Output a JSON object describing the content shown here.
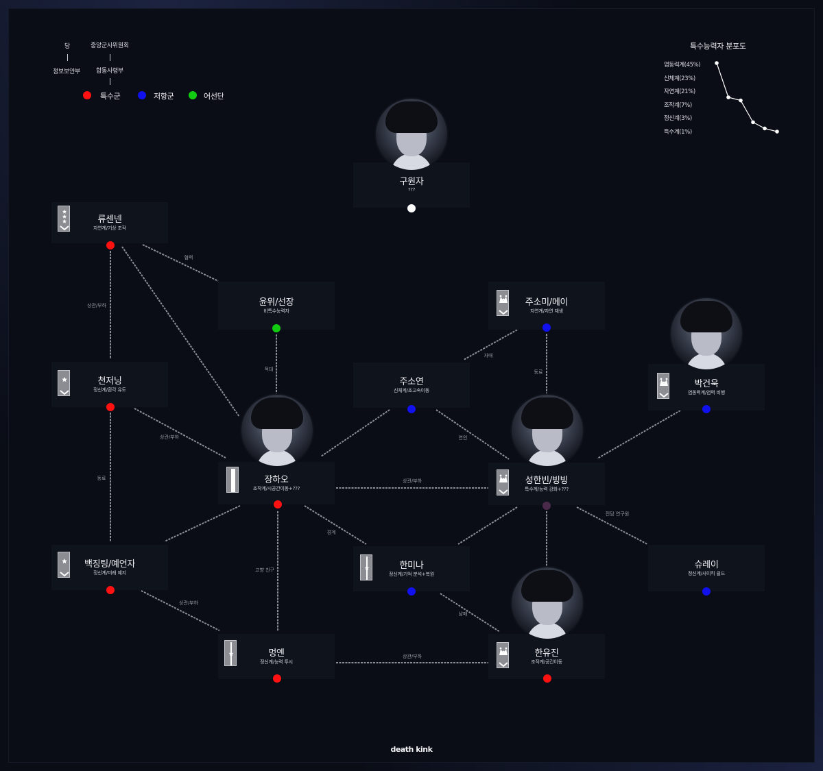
{
  "colors": {
    "special_forces": "#ff1111",
    "resistance": "#1111ee",
    "guardian": "#11cc11",
    "unknown": "#ffffff",
    "mixed": "#4a2a4a"
  },
  "legend": {
    "org": {
      "party": "당",
      "central_committee": "중앙군사위원회",
      "intelligence": "정보보안부",
      "joint_staff": "합동사령부"
    },
    "factions": [
      {
        "label": "특수군",
        "color": "#ff1111"
      },
      {
        "label": "저항군",
        "color": "#1111ee"
      },
      {
        "label": "어선단",
        "color": "#11cc11"
      }
    ]
  },
  "ability_chart": {
    "title": "특수능력자 분포도",
    "items": [
      {
        "label": "염동력계(45%)",
        "value": 45
      },
      {
        "label": "신체계(23%)",
        "value": 23
      },
      {
        "label": "자연계(21%)",
        "value": 21
      },
      {
        "label": "조작계(7%)",
        "value": 7
      },
      {
        "label": "정신계(3%)",
        "value": 3
      },
      {
        "label": "특수계(1%)",
        "value": 1
      }
    ]
  },
  "characters": [
    {
      "id": "rescuer",
      "name": "구원자",
      "desc": "???",
      "faction": "unknown",
      "rank": "none",
      "avatar": true
    },
    {
      "id": "ryu",
      "name": "류센넨",
      "desc": "자연계/기상 조작",
      "faction": "special_forces",
      "rank": "stars3",
      "avatar": false
    },
    {
      "id": "yunwi",
      "name": "윤위/선장",
      "desc": "비특수능력자",
      "faction": "guardian",
      "rank": "none",
      "avatar": false
    },
    {
      "id": "jusomi",
      "name": "주소미/메이",
      "desc": "자연계/자연 재생",
      "faction": "resistance",
      "rank": "crown",
      "avatar": false
    },
    {
      "id": "park",
      "name": "박건욱",
      "desc": "염동력계/염력 비행",
      "faction": "resistance",
      "rank": "crown",
      "avatar": true
    },
    {
      "id": "cheon",
      "name": "천저닝",
      "desc": "정신계/환각 유도",
      "faction": "special_forces",
      "rank": "star1",
      "avatar": false
    },
    {
      "id": "juso",
      "name": "주소연",
      "desc": "신체계/초고속이동",
      "faction": "resistance",
      "rank": "none",
      "avatar": false
    },
    {
      "id": "jang",
      "name": "장하오",
      "desc": "조작계/시공간이동+???",
      "faction": "special_forces",
      "rank": "stars4",
      "avatar": true
    },
    {
      "id": "seong",
      "name": "성한빈/빙빙",
      "desc": "특수계/능력 강화+???",
      "faction": "mixed",
      "rank": "crown",
      "avatar": true
    },
    {
      "id": "baek",
      "name": "백징팅/예언자",
      "desc": "정신계/미래 예지",
      "faction": "special_forces",
      "rank": "star1",
      "avatar": false
    },
    {
      "id": "hanmi",
      "name": "한미나",
      "desc": "정신계/기억 분석+복원",
      "faction": "resistance",
      "rank": "stick",
      "avatar": false
    },
    {
      "id": "shu",
      "name": "슈레이",
      "desc": "정신계/사이킥 쉴드",
      "faction": "resistance",
      "rank": "none",
      "avatar": false
    },
    {
      "id": "myeong",
      "name": "멍옌",
      "desc": "정신계/능력 투시",
      "faction": "special_forces",
      "rank": "stick",
      "avatar": false
    },
    {
      "id": "hanyu",
      "name": "한유진",
      "desc": "조작계/공간이동",
      "faction": "special_forces",
      "rank": "crown",
      "avatar": true
    }
  ],
  "relations": [
    {
      "from": "ryu",
      "to": "yunwi",
      "label": "협력"
    },
    {
      "from": "ryu",
      "to": "cheon",
      "label": "상관/부하"
    },
    {
      "from": "ryu",
      "to": "jang",
      "label": ""
    },
    {
      "from": "yunwi",
      "to": "jang",
      "label": "적대"
    },
    {
      "from": "jusomi",
      "to": "juso",
      "label": "자매"
    },
    {
      "from": "jusomi",
      "to": "seong",
      "label": "동료"
    },
    {
      "from": "cheon",
      "to": "jang",
      "label": "상관/부하"
    },
    {
      "from": "cheon",
      "to": "baek",
      "label": "동료"
    },
    {
      "from": "juso",
      "to": "jang",
      "label": ""
    },
    {
      "from": "juso",
      "to": "seong",
      "label": "연인"
    },
    {
      "from": "jang",
      "to": "seong",
      "label": "상관/부하"
    },
    {
      "from": "park",
      "to": "seong",
      "label": ""
    },
    {
      "from": "jang",
      "to": "baek",
      "label": ""
    },
    {
      "from": "jang",
      "to": "hanmi",
      "label": "경계"
    },
    {
      "from": "jang",
      "to": "myeong",
      "label": "고향 친구"
    },
    {
      "from": "seong",
      "to": "hanmi",
      "label": ""
    },
    {
      "from": "seong",
      "to": "shu",
      "label": "전담 연구원"
    },
    {
      "from": "seong",
      "to": "hanyu",
      "label": ""
    },
    {
      "from": "baek",
      "to": "myeong",
      "label": "상관/부하"
    },
    {
      "from": "hanmi",
      "to": "hanyu",
      "label": "남매"
    },
    {
      "from": "myeong",
      "to": "hanyu",
      "label": "상관/부하"
    }
  ],
  "footer": "death kink"
}
